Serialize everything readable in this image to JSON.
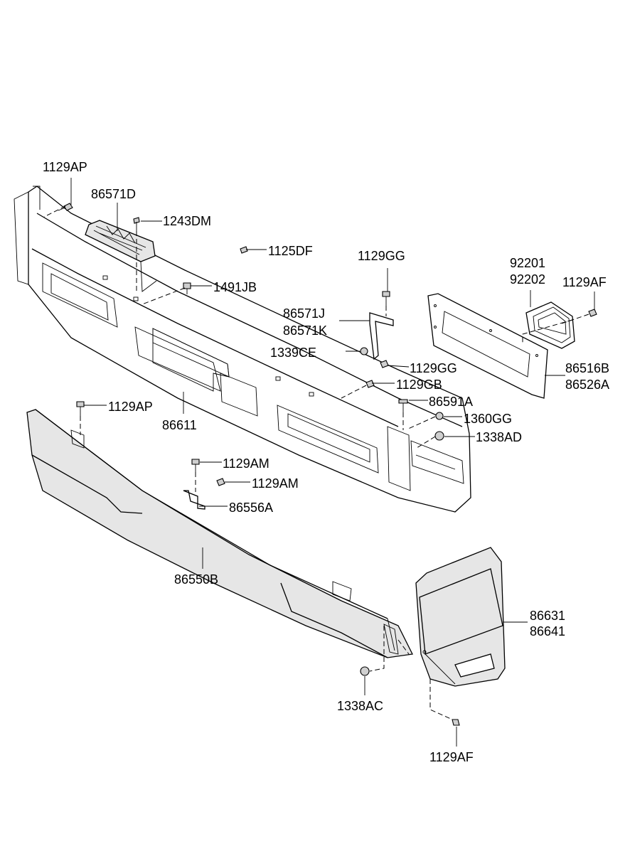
{
  "labels": {
    "l_1129AP_top": "1129AP",
    "l_86571D": "86571D",
    "l_1243DM": "1243DM",
    "l_1125DF": "1125DF",
    "l_1491JB": "1491JB",
    "l_1129GG_top": "1129GG",
    "l_86571J": "86571J",
    "l_86571K": "86571K",
    "l_1339CE": "1339CE",
    "l_1129GG_mid": "1129GG",
    "l_1129GB": "1129GB",
    "l_92201": "92201",
    "l_92202": "92202",
    "l_1129AF_top": "1129AF",
    "l_86516B": "86516B",
    "l_86526A": "86526A",
    "l_86591A": "86591A",
    "l_1360GG": "1360GG",
    "l_1338AD": "1338AD",
    "l_1129AP_left": "1129AP",
    "l_86611": "86611",
    "l_1129AM_a": "1129AM",
    "l_1129AM_b": "1129AM",
    "l_86556A": "86556A",
    "l_86550B": "86550B",
    "l_86631": "86631",
    "l_86641": "86641",
    "l_1338AC": "1338AC",
    "l_1129AF_bot": "1129AF"
  }
}
